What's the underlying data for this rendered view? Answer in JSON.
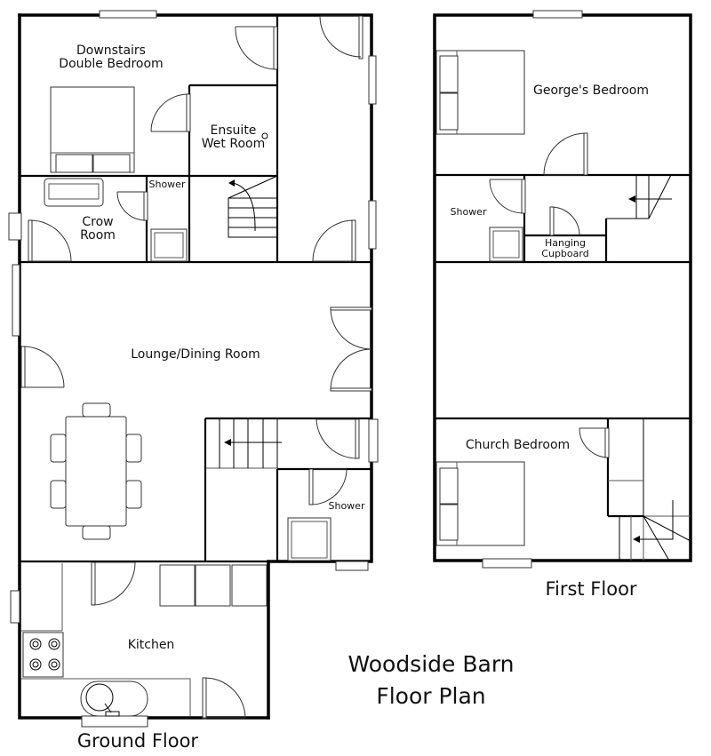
{
  "title": {
    "line1": "Woodside Barn",
    "line2": "Floor Plan"
  },
  "ground_floor": {
    "label": "Ground Floor",
    "rooms": {
      "downstairs_bedroom_line1": "Downstairs",
      "downstairs_bedroom_line2": "Double Bedroom",
      "ensuite_line1": "Ensuite",
      "ensuite_line2": "Wet Room",
      "shower_upper": "Shower",
      "crow_line1": "Crow",
      "crow_line2": "Room",
      "lounge": "Lounge/Dining Room",
      "shower_lower": "Shower",
      "kitchen": "Kitchen"
    }
  },
  "first_floor": {
    "label": "First Floor",
    "rooms": {
      "georges_bedroom": "George's Bedroom",
      "shower": "Shower",
      "hanging_line1": "Hanging",
      "hanging_line2": "Cupboard",
      "church_bedroom": "Church Bedroom"
    }
  },
  "colors": {
    "wall": "#000000",
    "fixture": "#333333",
    "background": "#ffffff"
  }
}
